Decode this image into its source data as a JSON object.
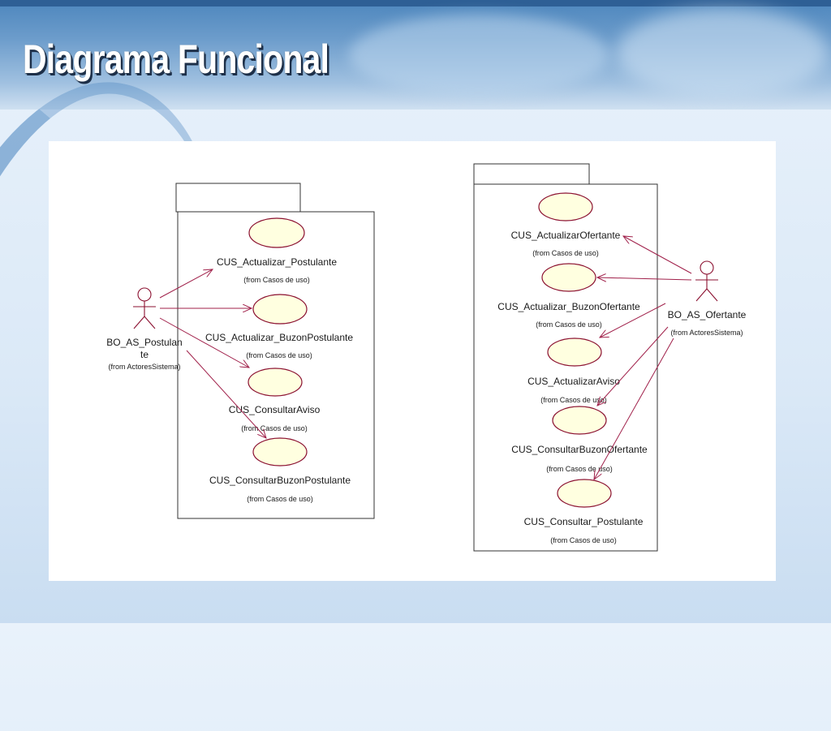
{
  "slide": {
    "title": "Diagrama Funcional"
  },
  "left_package": {
    "actor": {
      "name_line1": "BO_AS_Postulan",
      "name_line2": "te",
      "from": "(from ActoresSistema)"
    },
    "use_cases": [
      {
        "name": "CUS_Actualizar_Postulante",
        "from": "(from Casos de uso)"
      },
      {
        "name": "CUS_Actualizar_BuzonPostulante",
        "from": "(from Casos de uso)"
      },
      {
        "name": "CUS_ConsultarAviso",
        "from": "(from Casos de uso)"
      },
      {
        "name": "CUS_ConsultarBuzonPostulante",
        "from": "(from Casos de uso)"
      }
    ]
  },
  "right_package": {
    "actor": {
      "name": "BO_AS_Ofertante",
      "from": "(from ActoresSistema)"
    },
    "use_cases": [
      {
        "name": "CUS_ActualizarOfertante",
        "from": "(from Casos de uso)"
      },
      {
        "name": "CUS_Actualizar_BuzonOfertante",
        "from": "(from Casos de uso)"
      },
      {
        "name": "CUS_ActualizarAviso",
        "from": "(from Casos de uso)"
      },
      {
        "name": "CUS_ConsultarBuzonOfertante",
        "from": "(from Casos de uso)"
      },
      {
        "name": "CUS_Consultar_Postulante",
        "from": "(from Casos de uso)"
      }
    ]
  }
}
